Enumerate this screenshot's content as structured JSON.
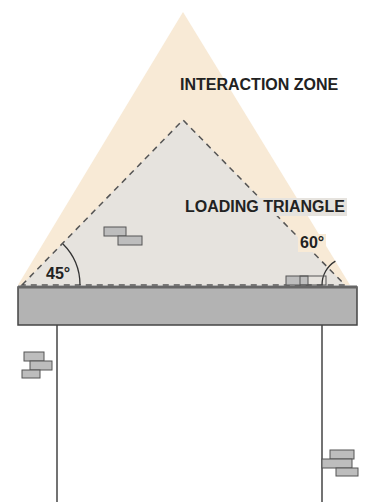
{
  "diagram": {
    "nodes": [
      {
        "text": [
          "INTERACTION ZONE"
        ]
      },
      {
        "text": [
          "LOADING TRIANGLE"
        ],
        "in": 0
      }
    ],
    "labels": [
      "45°",
      "60°"
    ]
  }
}
